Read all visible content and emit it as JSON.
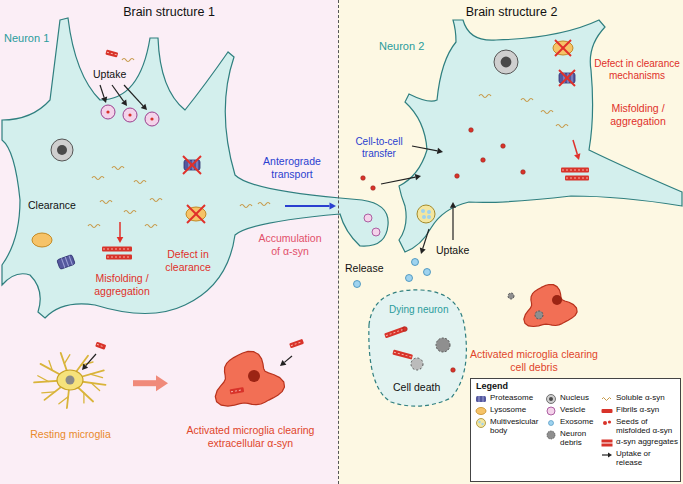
{
  "diagram": {
    "nodes": [
      {
        "text": [
          "Brain structure 1"
        ]
      },
      {
        "text": [
          "Neuron 1"
        ],
        "in": 0
      },
      {
        "text": [
          "Resting microglia"
        ],
        "in": 0
      },
      {
        "text": [
          "Activated microglia clearing extracellular α-syn"
        ],
        "in": 0
      },
      {
        "text": [
          "Brain structure 2"
        ]
      },
      {
        "text": [
          "Neuron 2"
        ],
        "in": 4
      },
      {
        "text": [
          "Dying neuron",
          "Cell death"
        ],
        "in": 4
      },
      {
        "text": [
          "Activated microglia clearing cell debris"
        ],
        "in": 4
      }
    ],
    "edges": [
      {
        "from": 2,
        "to": 3,
        "arrow": "to"
      }
    ],
    "labels": [
      "Uptake",
      "Clearance",
      "Misfolding / aggregation",
      "Defect in clearance",
      "Accumulation of α-syn",
      "Anterograde transport",
      "Defect in clearance mechanisms",
      "Misfolding / aggregation",
      "Cell-to-cell transfer",
      "Release",
      "Uptake",
      "Legend"
    ],
    "legend": [
      {
        "text": "Proteasome"
      },
      {
        "text": "Lysosome"
      },
      {
        "text": "Multivesicular body"
      },
      {
        "text": "Nucleus"
      },
      {
        "text": "Vesicle"
      },
      {
        "text": "Exosome"
      },
      {
        "text": "Neuron debris"
      },
      {
        "text": "Soluble α-syn"
      },
      {
        "text": "Fibrils α-syn"
      },
      {
        "text": "Seeds of misfolded α-syn"
      },
      {
        "text": "α-syn aggregates"
      },
      {
        "text": "Uptake or release"
      }
    ]
  }
}
